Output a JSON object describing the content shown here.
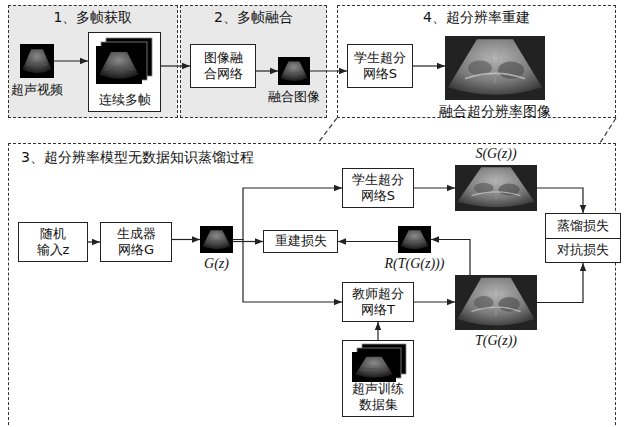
{
  "diagram": {
    "nodes": [
      {
        "text": [
          "1、多帧获取"
        ]
      },
      {
        "text": [
          "超声视频"
        ],
        "in": 0
      },
      {
        "text": [
          "连续多帧"
        ],
        "in": 0
      },
      {
        "text": [
          "2、多帧融合"
        ]
      },
      {
        "text": [
          "图像融 合网络"
        ],
        "in": 3
      },
      {
        "text": [
          "融合图像"
        ],
        "in": 3
      },
      {
        "text": [
          "4、超分辨率重建"
        ]
      },
      {
        "text": [
          "学生超分 网络S"
        ],
        "in": 6
      },
      {
        "text": [
          "融合超分辨率图像"
        ],
        "in": 6
      },
      {
        "text": [
          "3、超分辨率模型无数据知识蒸馏过程"
        ]
      },
      {
        "text": [
          "随机 输入z"
        ],
        "in": 9
      },
      {
        "text": [
          "生成器 网络G"
        ],
        "in": 9
      },
      {
        "text": [
          "G(z)"
        ],
        "in": 9
      },
      {
        "text": [
          "重建损失"
        ],
        "in": 9
      },
      {
        "text": [
          "学生超分 网络S"
        ],
        "in": 9
      },
      {
        "text": [
          "S(G(z))"
        ],
        "in": 9
      },
      {
        "text": [
          "R(T(G(z)))"
        ],
        "in": 9
      },
      {
        "text": [
          "蒸馏损失",
          "对抗损失"
        ],
        "in": 9
      },
      {
        "text": [
          "教师超分 网络T"
        ],
        "in": 9
      },
      {
        "text": [
          "T(G(z))"
        ],
        "in": 9
      },
      {
        "text": [
          "超声训练 数据集"
        ],
        "in": 9
      }
    ],
    "edges": [
      {
        "from": 1,
        "to": 2,
        "arrow": "to"
      },
      {
        "from": 2,
        "to": 4,
        "arrow": "to"
      },
      {
        "from": 4,
        "to": 5,
        "arrow": "to"
      },
      {
        "from": 5,
        "to": 7,
        "arrow": "to"
      },
      {
        "from": 7,
        "to": 8,
        "arrow": "to"
      },
      {
        "from": 10,
        "to": 11,
        "arrow": "to"
      },
      {
        "from": 11,
        "to": 12,
        "arrow": "to"
      },
      {
        "from": 12,
        "to": 13,
        "arrow": "to"
      },
      {
        "from": 12,
        "to": 14,
        "arrow": "to"
      },
      {
        "from": 12,
        "to": 18,
        "arrow": "to"
      },
      {
        "from": 14,
        "to": 15,
        "arrow": "to"
      },
      {
        "from": 18,
        "to": 19,
        "arrow": "to"
      },
      {
        "from": 20,
        "to": 18,
        "arrow": "to"
      },
      {
        "from": 19,
        "to": 16,
        "arrow": "to"
      },
      {
        "from": 16,
        "to": 13,
        "arrow": "to"
      },
      {
        "from": 15,
        "to": 17,
        "arrow": "to"
      },
      {
        "from": 19,
        "to": 17,
        "arrow": "to"
      }
    ]
  }
}
